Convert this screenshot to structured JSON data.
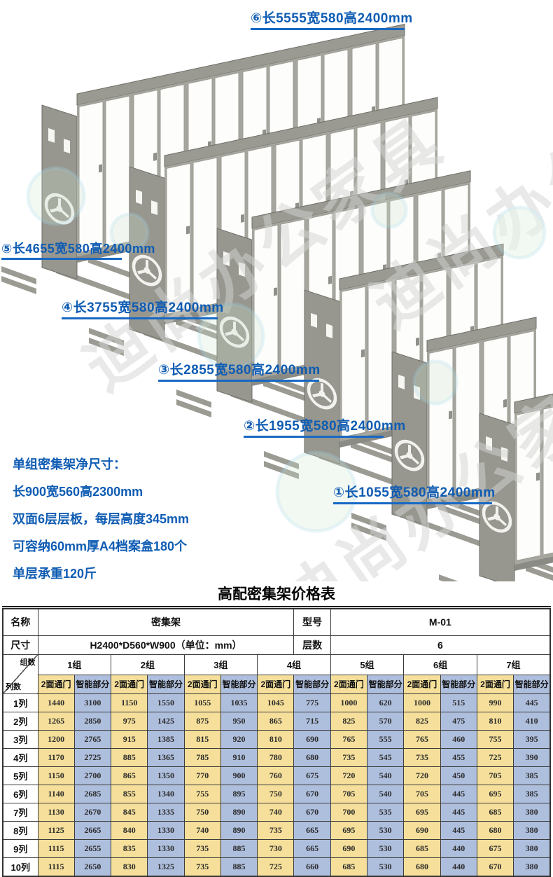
{
  "illustration": {
    "watermark_text": "迪尚办公家具",
    "labels": [
      {
        "text": "⑥长5555宽580高2400mm"
      },
      {
        "text": "⑤长4655宽580高2400mm"
      },
      {
        "text": "④长3755宽580高2400mm"
      },
      {
        "text": "③长2855宽580高2400mm"
      },
      {
        "text": "②长1955宽580高2400mm"
      },
      {
        "text": "①长1055宽580高2400mm"
      }
    ]
  },
  "specs": {
    "lines": [
      "单组密集架净尺寸：",
      "长900宽560高2300mm",
      "双面6层层板，每层高度345mm",
      "可容纳60mm厚A4档案盒180个",
      "单层承重120斤"
    ]
  },
  "price_table": {
    "title": "高配密集架价格表",
    "info": {
      "name_label": "名称",
      "name_value": "密集架",
      "model_label": "型号",
      "model_value": "M-01",
      "size_label": "尺寸",
      "size_value": "H2400*D560*W900（单位：mm）",
      "layers_label": "层数",
      "layers_value": "6"
    },
    "corner": {
      "top": "组数",
      "bottom": "列数"
    },
    "groups": [
      "1组",
      "2组",
      "3组",
      "4组",
      "5组",
      "6组",
      "7组"
    ],
    "sub_headers": [
      "2面通门",
      "智能部分"
    ],
    "rows": [
      {
        "label": "1列",
        "values": [
          1440,
          3100,
          1150,
          1550,
          1055,
          1035,
          1045,
          775,
          1000,
          620,
          1000,
          515,
          990,
          445
        ]
      },
      {
        "label": "2列",
        "values": [
          1265,
          2850,
          975,
          1425,
          875,
          950,
          865,
          715,
          825,
          570,
          825,
          475,
          810,
          410
        ]
      },
      {
        "label": "3列",
        "values": [
          1200,
          2765,
          915,
          1385,
          815,
          920,
          810,
          690,
          765,
          555,
          765,
          460,
          755,
          395
        ]
      },
      {
        "label": "4列",
        "values": [
          1170,
          2725,
          885,
          1365,
          785,
          910,
          780,
          680,
          735,
          545,
          735,
          455,
          725,
          390
        ]
      },
      {
        "label": "5列",
        "values": [
          1150,
          2700,
          865,
          1350,
          770,
          900,
          760,
          675,
          720,
          540,
          720,
          450,
          705,
          385
        ]
      },
      {
        "label": "6列",
        "values": [
          1140,
          2685,
          855,
          1340,
          755,
          895,
          750,
          670,
          705,
          540,
          705,
          445,
          695,
          385
        ]
      },
      {
        "label": "7列",
        "values": [
          1130,
          2670,
          845,
          1335,
          750,
          890,
          740,
          670,
          700,
          535,
          695,
          445,
          685,
          380
        ]
      },
      {
        "label": "8列",
        "values": [
          1125,
          2665,
          840,
          1330,
          740,
          890,
          735,
          665,
          695,
          530,
          690,
          445,
          680,
          380
        ]
      },
      {
        "label": "9列",
        "values": [
          1115,
          2655,
          835,
          1330,
          735,
          885,
          730,
          665,
          690,
          530,
          685,
          440,
          675,
          380
        ]
      },
      {
        "label": "10列",
        "values": [
          1115,
          2650,
          830,
          1325,
          735,
          885,
          725,
          660,
          685,
          530,
          680,
          440,
          670,
          380
        ]
      }
    ],
    "colors": {
      "door_column_bg": "#F5DF9A",
      "smart_column_bg": "#AEBEDD",
      "accent_label_blue": "#0F5CB3",
      "cabinet_gray": "#97978F"
    }
  }
}
